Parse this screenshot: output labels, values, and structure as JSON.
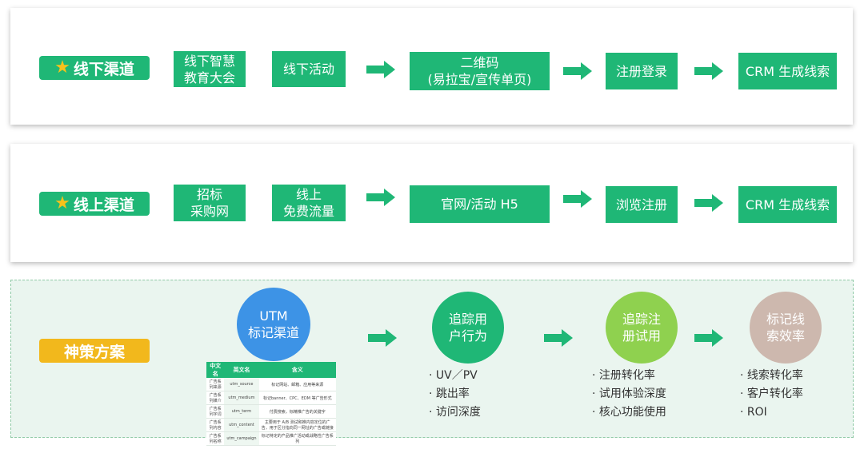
{
  "colors": {
    "green": "#1fb776",
    "yellow": "#f2b81c",
    "star": "#f7c21b",
    "peach": "#f28a7e",
    "beige": "#cdb8ae"
  },
  "offline": {
    "tag": "线下渠道",
    "sources": [
      "线下智慧\n教育大会",
      "线下活动"
    ],
    "steps": [
      "二维码\n(易拉宝/宣传单页)",
      "注册登录",
      "CRM 生成线索"
    ]
  },
  "online": {
    "tag": "线上渠道",
    "sources": [
      "招标\n采购网",
      "线上\n免费流量"
    ],
    "steps": [
      "官网/活动 H5",
      "浏览注册",
      "CRM 生成线索"
    ]
  },
  "solution": {
    "tag": "神策方案",
    "utm": "UTM\n标记渠道",
    "table": {
      "headers": [
        "中文名",
        "英文名",
        "含义"
      ],
      "rows": [
        [
          "广告系列来源",
          "utm_source",
          "标记网站、邮箱、应用等来源"
        ],
        [
          "广告系列媒介",
          "utm_medium",
          "标记banner、CPC、EDM 等广告形式"
        ],
        [
          "广告系列字词",
          "utm_term",
          "付费搜索，标精推广告的关键字"
        ],
        [
          "广告系列内容",
          "utm_content",
          "主要用于 A/B 测试和推内容定位的广告，用于区分指向同一网址的广告或链接"
        ],
        [
          "广告系列名称",
          "utm_campaign",
          "标记特定的产品推广活动或战略性广告系列"
        ]
      ]
    },
    "circles": [
      {
        "label": "追踪用\n户行为",
        "items": [
          "UV／PV",
          "跳出率",
          "访问深度"
        ]
      },
      {
        "label": "追踪注\n册试用",
        "items": [
          "注册转化率",
          "试用体验深度",
          "核心功能使用"
        ]
      },
      {
        "label": "标记线\n索效率",
        "items": [
          "线索转化率",
          "客户转化率",
          "ROI"
        ]
      }
    ]
  }
}
